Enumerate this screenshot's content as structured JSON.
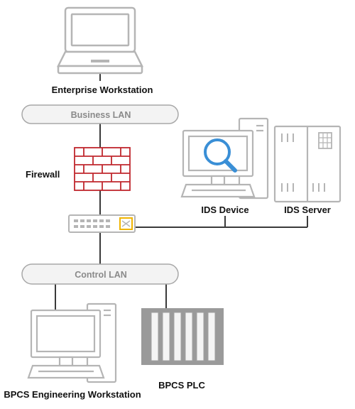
{
  "labels": {
    "enterprise_workstation": "Enterprise Workstation",
    "business_lan": "Business LAN",
    "firewall": "Firewall",
    "ids_device": "IDS Device",
    "ids_server": "IDS Server",
    "control_lan": "Control LAN",
    "bpcs_engineering_workstation": "BPCS Engineering Workstation",
    "bpcs_plc": "BPCS PLC"
  },
  "colors": {
    "line": "#3a3a3a",
    "device_stroke": "#b5b5b5",
    "lan_fill": "#f3f3f3",
    "lan_text": "#8a8a8a",
    "firewall": "#c0272d",
    "switch_port": "#f0b400",
    "magnifier": "#3a8fd6"
  },
  "icons": {
    "enterprise_workstation": "laptop-icon",
    "firewall": "brick-wall-icon",
    "switch": "network-switch-icon",
    "ids_device": "desktop-magnifier-icon",
    "ids_server": "server-tower-icon",
    "engineering_workstation": "desktop-computer-icon",
    "plc": "plc-rack-icon"
  }
}
